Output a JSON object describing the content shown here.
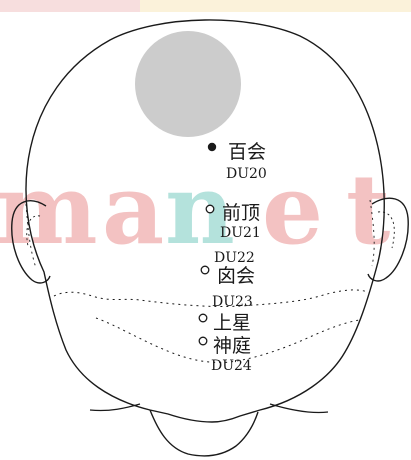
{
  "diagram": {
    "points": [
      {
        "id": "baihui",
        "name": "百会",
        "code": "DU20"
      },
      {
        "id": "qianding",
        "name": "前顶",
        "code": "DU21"
      },
      {
        "id": "xinhui",
        "name": "囟会",
        "code": "DU22"
      },
      {
        "id": "shangxing",
        "name": "上星",
        "code": "DU23"
      },
      {
        "id": "shenting",
        "name": "神庭",
        "code": "DU24"
      }
    ],
    "watermark": "manet"
  },
  "colors": {
    "line": "#1a1a1a",
    "highlight_circle": "#cccccc",
    "watermark_pink": "#f2b8b8",
    "watermark_teal": "#a8ddd6",
    "top_band_pink": "#f7dede",
    "top_band_cream": "#fbf2da"
  }
}
